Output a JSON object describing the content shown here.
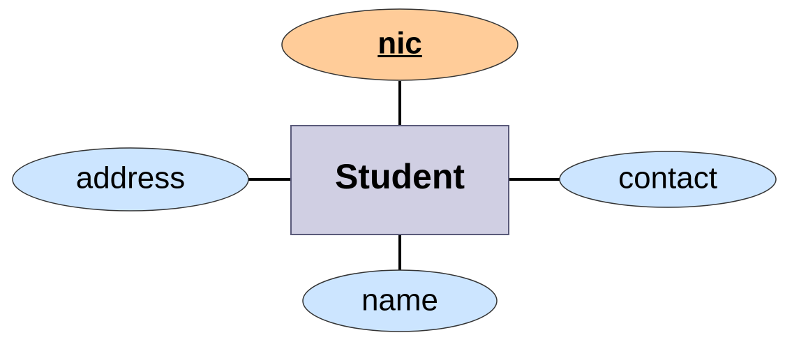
{
  "diagram": {
    "type": "er-diagram",
    "entity": {
      "label": "Student",
      "fill": "#d0cfe3",
      "stroke": "#5a5a7a"
    },
    "attributes": [
      {
        "id": "nic",
        "label": "nic",
        "is_key": true,
        "fill": "#ffcc99"
      },
      {
        "id": "address",
        "label": "address",
        "is_key": false,
        "fill": "#cce5ff"
      },
      {
        "id": "contact",
        "label": "contact",
        "is_key": false,
        "fill": "#cce5ff"
      },
      {
        "id": "name",
        "label": "name",
        "is_key": false,
        "fill": "#cce5ff"
      }
    ],
    "relations": [
      {
        "from": "Student",
        "to": "nic"
      },
      {
        "from": "Student",
        "to": "address"
      },
      {
        "from": "Student",
        "to": "contact"
      },
      {
        "from": "Student",
        "to": "name"
      }
    ]
  }
}
